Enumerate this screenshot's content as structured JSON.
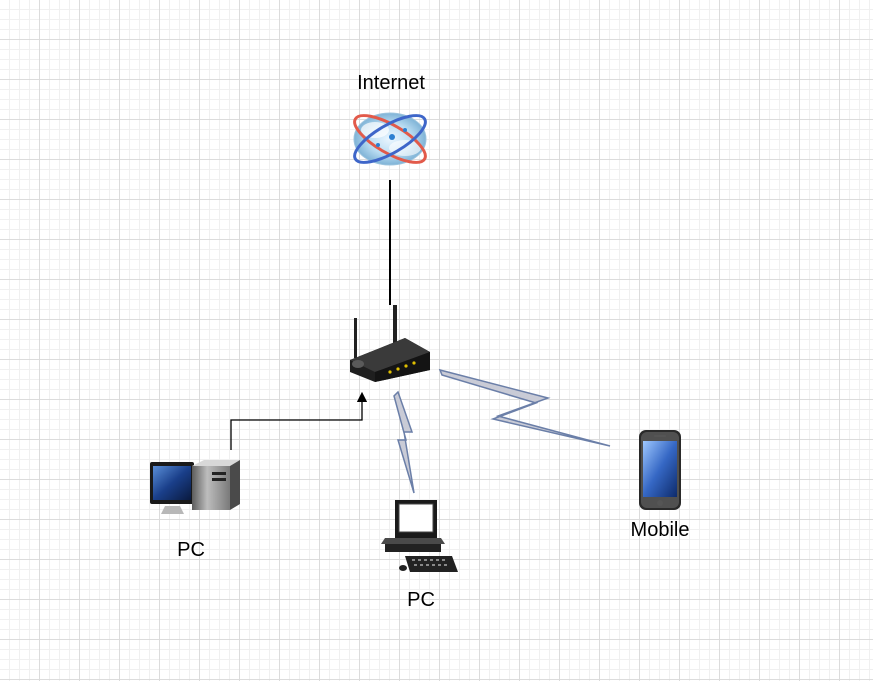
{
  "nodes": {
    "internet": {
      "label": "Internet"
    },
    "router": {
      "label": ""
    },
    "pc_wired": {
      "label": "PC"
    },
    "pc_wireless": {
      "label": "PC"
    },
    "mobile": {
      "label": "Mobile"
    }
  },
  "connections": [
    {
      "from": "internet",
      "to": "router",
      "type": "wired"
    },
    {
      "from": "pc_wired",
      "to": "router",
      "type": "wired-arrow"
    },
    {
      "from": "router",
      "to": "pc_wireless",
      "type": "wireless"
    },
    {
      "from": "router",
      "to": "mobile",
      "type": "wireless"
    }
  ],
  "colors": {
    "grid": "#dcdcdc",
    "wire": "#000000",
    "wireless_fill": "#c9cbd6",
    "wireless_stroke": "#6b7fa8"
  },
  "icons": {
    "internet": "globe-cloud-icon",
    "router": "wireless-router-icon",
    "pc_wired": "desktop-computer-icon",
    "pc_wireless": "workstation-computer-icon",
    "mobile": "smartphone-icon"
  }
}
